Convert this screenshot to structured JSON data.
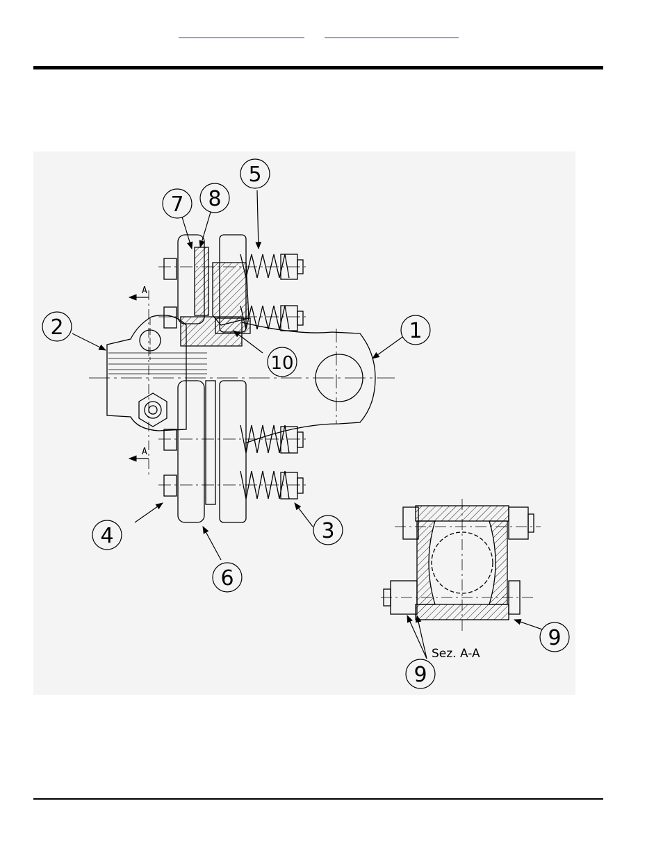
{
  "header": {
    "links": [
      "",
      ""
    ]
  },
  "diagram": {
    "callouts": [
      {
        "n": "1"
      },
      {
        "n": "2"
      },
      {
        "n": "3"
      },
      {
        "n": "4"
      },
      {
        "n": "5"
      },
      {
        "n": "6"
      },
      {
        "n": "7"
      },
      {
        "n": "8"
      },
      {
        "n": "9"
      },
      {
        "n": "9"
      },
      {
        "n": "10"
      }
    ],
    "section_marks": [
      "A",
      "A"
    ],
    "section_caption": "Sez. A-A"
  }
}
